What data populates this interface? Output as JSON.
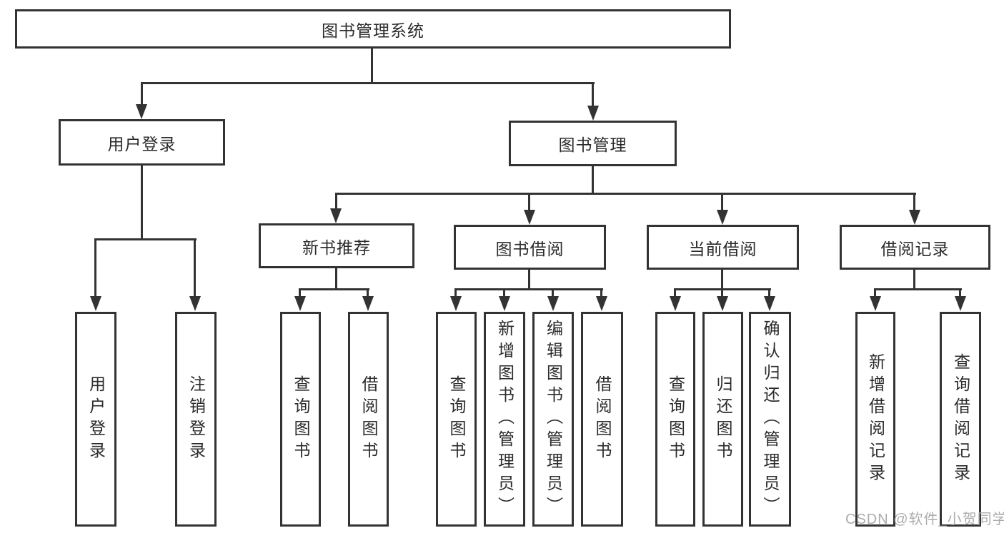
{
  "diagram": {
    "title": "图书管理系统",
    "root": "图书管理系统",
    "branches": [
      {
        "label": "用户登录",
        "children": [
          "用户登录",
          "注销登录"
        ]
      },
      {
        "label": "图书管理",
        "sections": [
          {
            "label": "新书推荐",
            "children": [
              "查询图书",
              "借阅图书"
            ]
          },
          {
            "label": "图书借阅",
            "children": [
              "查询图书",
              "新增图书（管理员）",
              "编辑图书（管理员）",
              "借阅图书"
            ]
          },
          {
            "label": "当前借阅",
            "children": [
              "查询图书",
              "归还图书",
              "确认归还（管理员）"
            ]
          },
          {
            "label": "借阅记录",
            "children": [
              "新增借阅记录",
              "查询借阅记录"
            ]
          }
        ]
      }
    ]
  },
  "watermark": "CSDN @软件_小贺同学",
  "colors": {
    "line": "#333333",
    "box_background": "#ffffff",
    "text": "#2b2b2b",
    "watermark_text": "#a8a8a8"
  }
}
